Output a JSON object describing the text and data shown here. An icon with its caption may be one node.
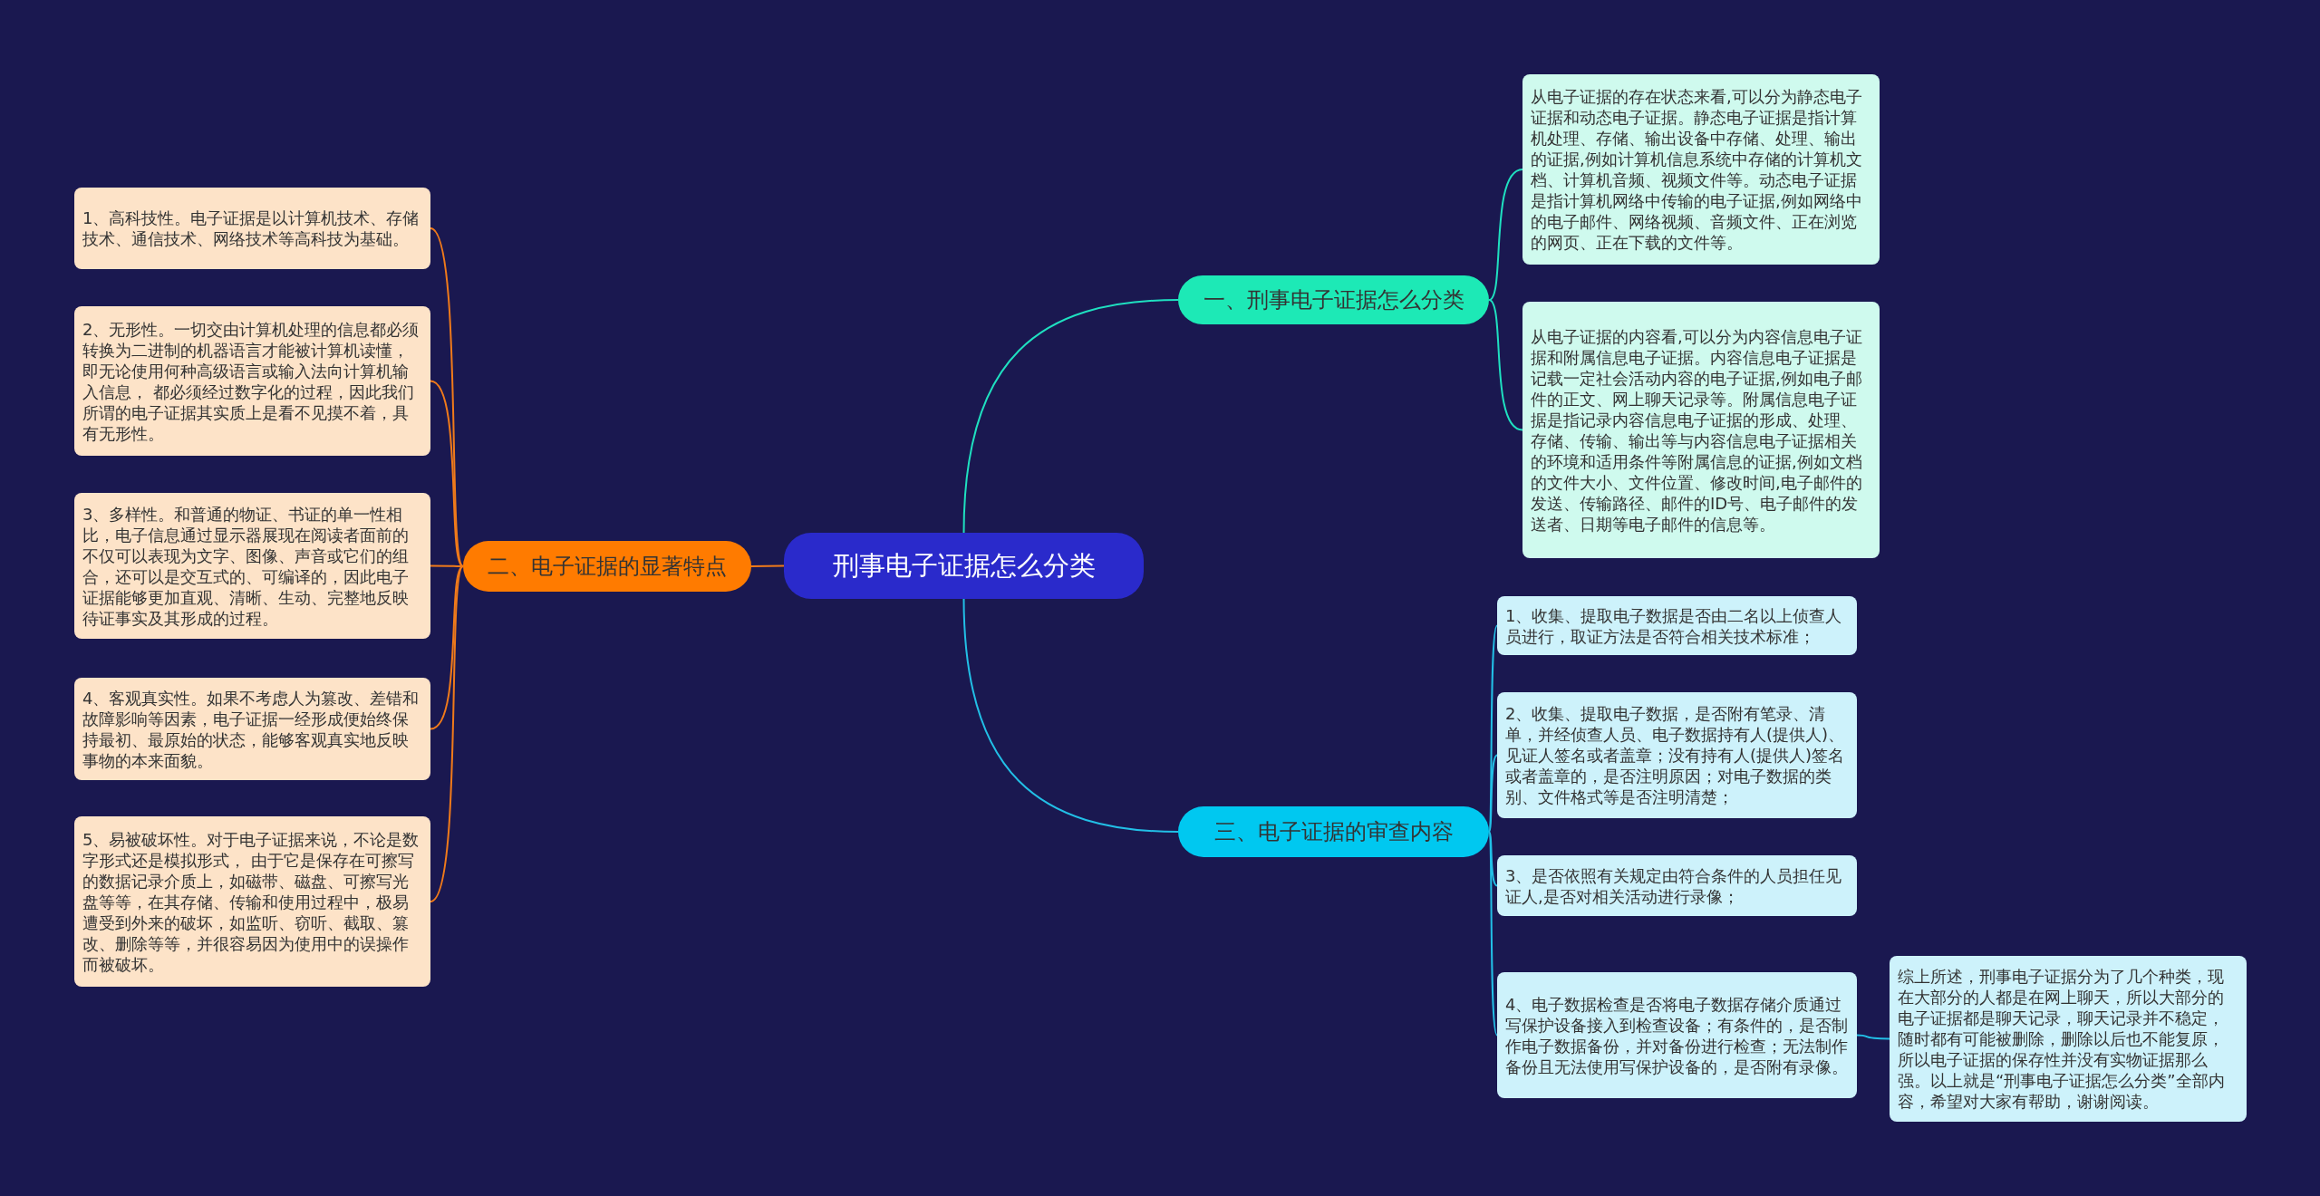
{
  "diagram": {
    "nodes": [
      {
        "text": [
          "刑事电子证据怎么分类"
        ]
      },
      {
        "text": [
          "一、刑事电子证据怎么分类"
        ]
      },
      {
        "text": [
          "从电子证据的存在状态来看,可以分为静态电子证据和动态电子证据。静态电子证据是指计算机处理、存储、输出设备中存储、处理、输出的证据,例如计算机信息系统中存储的计算机文档、计算机音频、视频文件等。动态电子证据是指计算机网络中传输的电子证据,例如网络中的电子邮件、网络视频、音频文件、正在浏览的网页、正在下载的文件等。"
        ]
      },
      {
        "text": [
          "从电子证据的内容看,可以分为内容信息电子证据和附属信息电子证据。内容信息电子证据是记载一定社会活动内容的电子证据,例如电子邮件的正文、网上聊天记录等。附属信息电子证据是指记录内容信息电子证据的形成、处理、存储、传输、输出等与内容信息电子证据相关的环境和适用条件等附属信息的证据,例如文档的文件大小、文件位置、修改时间,电子邮件的发送、传输路径、邮件的ID号、电子邮件的发送者、日期等电子邮件的信息等。"
        ]
      },
      {
        "text": [
          "二、电子证据的显著特点"
        ]
      },
      {
        "text": [
          "1、高科技性。电子证据是以计算机技术、存储技术、通信技术、网络技术等高科技为基础。"
        ]
      },
      {
        "text": [
          "2、无形性。一切交由计算机处理的信息都必须转换为二进制的机器语言才能被计算机读懂，即无论使用何种高级语言或输入法向计算机输入信息， 都必须经过数字化的过程，因此我们所谓的电子证据其实质上是看不见摸不着，具有无形性。"
        ]
      },
      {
        "text": [
          "3、多样性。和普通的物证、书证的单一性相比，电子信息通过显示器展现在阅读者面前的不仅可以表现为文字、图像、声音或它们的组合，还可以是交互式的、可编译的，因此电子证据能够更加直观、清晰、生动、完整地反映待证事实及其形成的过程。"
        ]
      },
      {
        "text": [
          "4、客观真实性。如果不考虑人为篡改、差错和故障影响等因素，电子证据一经形成便始终保持最初、最原始的状态，能够客观真实地反映事物的本来面貌。"
        ]
      },
      {
        "text": [
          "5、易被破坏性。对于电子证据来说，不论是数字形式还是模拟形式， 由于它是保存在可擦写的数据记录介质上，如磁带、磁盘、可擦写光盘等等，在其存储、传输和使用过程中，极易遭受到外来的破坏，如监听、窃听、截取、篡改、删除等等，并很容易因为使用中的误操作而被破坏。"
        ]
      },
      {
        "text": [
          "三、电子证据的审查内容"
        ]
      },
      {
        "text": [
          "1、收集、提取电子数据是否由二名以上侦查人员进行，取证方法是否符合相关技术标准；"
        ]
      },
      {
        "text": [
          "2、收集、提取电子数据，是否附有笔录、清单，并经侦查人员、电子数据持有人(提供人)、见证人签名或者盖章；没有持有人(提供人)签名或者盖章的，是否注明原因；对电子数据的类别、文件格式等是否注明清楚；"
        ]
      },
      {
        "text": [
          "3、是否依照有关规定由符合条件的人员担任见证人,是否对相关活动进行录像；"
        ]
      },
      {
        "text": [
          "4、电子数据检查是否将电子数据存储介质通过写保护设备接入到检查设备；有条件的，是否制作电子数据备份，并对备份进行检查；无法制作备份且无法使用写保护设备的，是否附有录像。"
        ]
      },
      {
        "text": [
          "综上所述，刑事电子证据分为了几个种类，现在大部分的人都是在网上聊天，所以大部分的电子证据都是聊天记录，聊天记录并不稳定，随时都有可能被删除，删除以后也不能复原，所以电子证据的保存性并没有实物证据那么强。以上就是“刑事电子证据怎么分类”全部内容，希望对大家有帮助，谢谢阅读。"
        ]
      }
    ],
    "edges": [
      {
        "from": 0,
        "to": 1,
        "arrow": "none",
        "color": "#1fe0c0"
      },
      {
        "from": 1,
        "to": 2,
        "arrow": "none",
        "color": "#1fe0c0"
      },
      {
        "from": 1,
        "to": 3,
        "arrow": "none",
        "color": "#1fe0c0"
      },
      {
        "from": 0,
        "to": 4,
        "arrow": "none",
        "color": "#f07a1a"
      },
      {
        "from": 4,
        "to": 5,
        "arrow": "none",
        "color": "#f07a1a"
      },
      {
        "from": 4,
        "to": 6,
        "arrow": "none",
        "color": "#f07a1a"
      },
      {
        "from": 4,
        "to": 7,
        "arrow": "none",
        "color": "#f07a1a"
      },
      {
        "from": 4,
        "to": 8,
        "arrow": "none",
        "color": "#f07a1a"
      },
      {
        "from": 4,
        "to": 9,
        "arrow": "none",
        "color": "#f07a1a"
      },
      {
        "from": 0,
        "to": 10,
        "arrow": "none",
        "color": "#22bfe6"
      },
      {
        "from": 10,
        "to": 11,
        "arrow": "none",
        "color": "#22bfe6"
      },
      {
        "from": 10,
        "to": 12,
        "arrow": "none",
        "color": "#22bfe6"
      },
      {
        "from": 10,
        "to": 13,
        "arrow": "none",
        "color": "#22bfe6"
      },
      {
        "from": 10,
        "to": 14,
        "arrow": "none",
        "color": "#22bfe6"
      },
      {
        "from": 14,
        "to": 15,
        "arrow": "none",
        "color": "#22bfe6"
      }
    ]
  }
}
